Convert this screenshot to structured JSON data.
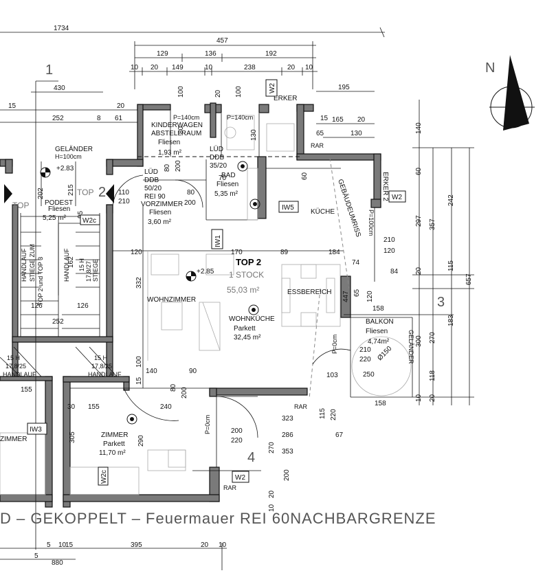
{
  "dimensions_top": {
    "d1734": "1734",
    "d457": "457",
    "d129": "129",
    "d136": "136",
    "d192": "192",
    "d10a": "10",
    "d20a": "20",
    "d149": "149",
    "d10b": "10",
    "d238": "238",
    "d20b": "20",
    "d10c": "10",
    "d430": "430",
    "d195": "195",
    "d252": "252",
    "d8": "8",
    "d61": "61",
    "d15a": "15",
    "d20c": "20",
    "d165": "165",
    "d20d": "20",
    "d130": "130",
    "d65": "65",
    "d15b": "15"
  },
  "dimensions_right": {
    "d140": "140",
    "d60a": "60",
    "d297": "297",
    "d357": "357",
    "d242": "242",
    "d115a": "115",
    "d657": "657",
    "d20r1": "20",
    "d183": "183",
    "d270r": "270",
    "d118": "118",
    "d20r2": "20",
    "d10r": "10",
    "d300": "300"
  },
  "dimensions_inner": {
    "d100a": "100",
    "d80a": "80",
    "d20e": "20",
    "d100b": "100",
    "d130b": "130",
    "d80b": "80",
    "d200a": "200",
    "d60b": "60",
    "d70": "70",
    "d80c": "80",
    "d200b": "200",
    "d210a": "210",
    "d120a": "120",
    "d120b": "120",
    "d170": "170",
    "d89": "89",
    "d184": "184",
    "d74": "74",
    "d84": "84",
    "d332": "332",
    "d447": "447",
    "d65b": "65",
    "d120c": "120",
    "d158a": "158",
    "d210b": "210",
    "d220a": "220",
    "d150": "Ø150",
    "d250": "250",
    "d103": "103",
    "d115b": "115",
    "d220b": "220",
    "d158b": "158",
    "d140b": "140",
    "d90": "90",
    "d100c": "100",
    "d80d": "80",
    "d200c": "200",
    "d15c": "15",
    "d240": "240",
    "d155a": "155",
    "d155b": "155",
    "d30": "30",
    "d290": "290",
    "d305": "305",
    "d323": "323",
    "d200d": "200",
    "d220c": "220",
    "d286": "286",
    "d67": "67",
    "d353": "353",
    "d270b": "270",
    "d200e": "200",
    "d20f": "20",
    "d10d": "10",
    "d110": "110",
    "d210c": "210",
    "d202": "202",
    "d215": "215",
    "d95": "95",
    "d162": "162",
    "d126a": "126",
    "d126b": "126",
    "d252b": "252"
  },
  "dimensions_bottom": {
    "d5a": "5",
    "d10e": "10",
    "d15d": "15",
    "d395": "395",
    "d20g": "20",
    "d10f": "10",
    "d5b": "5",
    "d880": "880"
  },
  "rooms": {
    "kinderwagen": [
      "KINDERWAGEN",
      "ABSTELLRAUM",
      "Fliesen",
      "1,93 m²"
    ],
    "bad": [
      "LÜD",
      "DDB",
      "35/20",
      "BAD",
      "Fliesen",
      "5,35 m²"
    ],
    "vorzimmer": [
      "VORZIMMER",
      "Fliesen",
      "3,60 m²"
    ],
    "lud_vz": [
      "LÜD",
      "DDB",
      "50/20",
      "REI 90"
    ],
    "podest": [
      "PODEST",
      "Fliesen",
      "5,25 m²"
    ],
    "gelaender": [
      "GELÄNDER",
      "H=100cm"
    ],
    "kueche": "KÜCHE",
    "wohnzimmer": "WOHNZIMMER",
    "essbereich": "ESSBEREICH",
    "wohnkueche": [
      "WOHNKÜCHE",
      "Parkett",
      "32,45 m²"
    ],
    "balkon": [
      "BALKON",
      "Fliesen",
      "4,74m²"
    ],
    "zimmer": [
      "ZIMMER",
      "Parkett",
      "11,70 m²"
    ],
    "zimmer_left": "ZIMMER"
  },
  "unit": {
    "name": "TOP 2",
    "floor": "1 STOCK",
    "area": "55,03 m²"
  },
  "levels": {
    "main": "+2.85",
    "stair": "+2.83"
  },
  "labels": {
    "erker_top": "ERKER",
    "erker_right": "ERKER 2",
    "rar1": "RAR",
    "rar2": "RAR",
    "rar3": "RAR",
    "gebaeude": "GEBÄUDEUMRISS",
    "p140a": "P=140cm",
    "p140b": "P=140cm",
    "p100": "P=100cm",
    "p0a": "P=0cm",
    "p0b": "P=0cm",
    "gelaender_balkon": "GELÄNDER",
    "top": "TOP",
    "stair1": [
      "HANDLAUF",
      "STIEGE ZUM",
      "TOP 2 und TOP 3"
    ],
    "stair2": [
      "HANDLAUF",
      "15 H",
      "17,8/27",
      "STIEGE"
    ],
    "stair3": [
      "15 H",
      "17,8/25",
      "HANDLAUF"
    ],
    "stair4": [
      "15 H",
      "17,8/25",
      "HANDLAUF"
    ]
  },
  "tags": {
    "w2a": "W2",
    "w2b": "W2",
    "w2c": "W2",
    "w2d": "W2c",
    "w2e": "W2c",
    "iw5": "IW5",
    "iw3": "IW3",
    "iw1": "IW1"
  },
  "axes": {
    "a1": "1",
    "a3": "3",
    "a4": "4",
    "a2": "2"
  },
  "bottom_text": "D  –  GEKOPPELT  –  Feuermauer REI 60NACHBARGRENZE",
  "north": "N"
}
